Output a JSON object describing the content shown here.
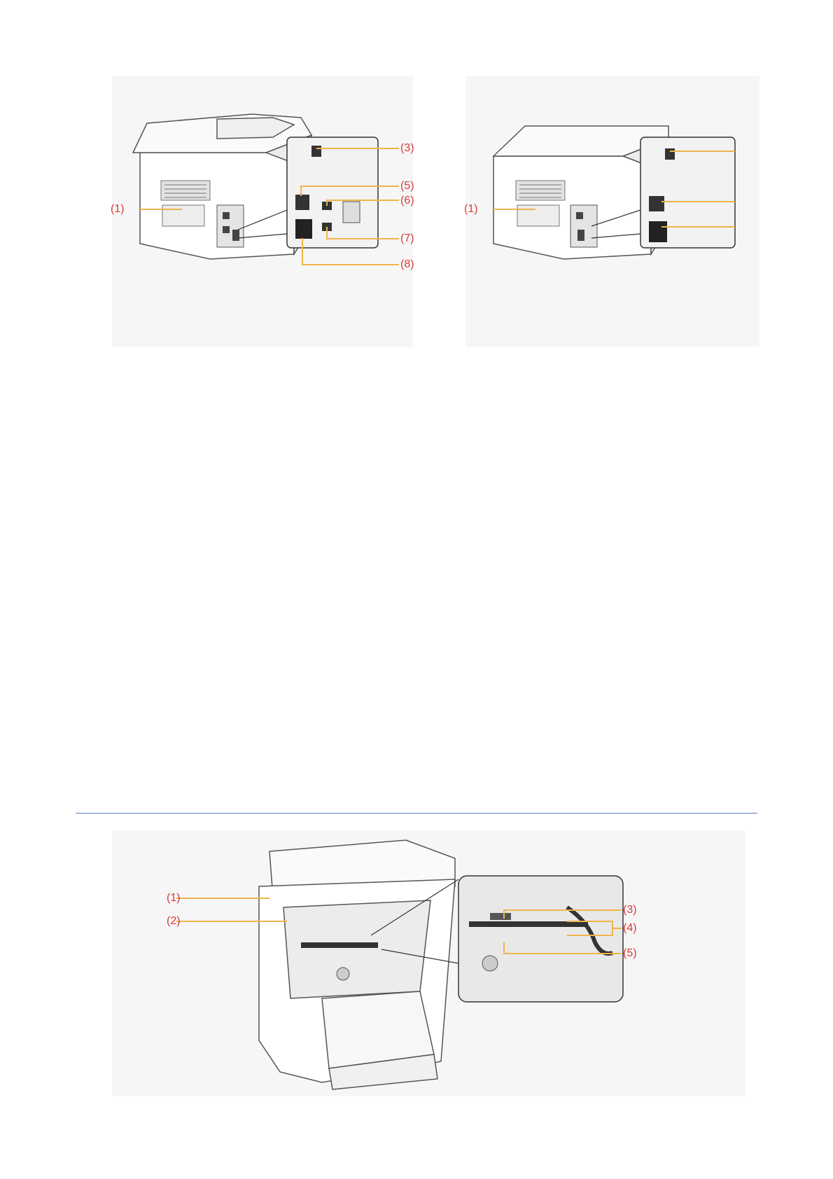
{
  "figure_rear_left": {
    "callouts": [
      "(1)",
      "(3)",
      "(5)",
      "(6)",
      "(7)",
      "(8)"
    ],
    "leader_color": "#f0b44a",
    "label_color": "#d83a3a"
  },
  "figure_rear_right": {
    "callouts": [
      "(1)"
    ],
    "leader_color": "#f0b44a",
    "label_color": "#d83a3a"
  },
  "separator": {
    "color": "#5b7fc0"
  },
  "figure_open": {
    "callouts": [
      "(1)",
      "(2)",
      "(3)",
      "(4)",
      "(5)"
    ],
    "leader_color": "#f0b44a",
    "label_color": "#d83a3a"
  }
}
